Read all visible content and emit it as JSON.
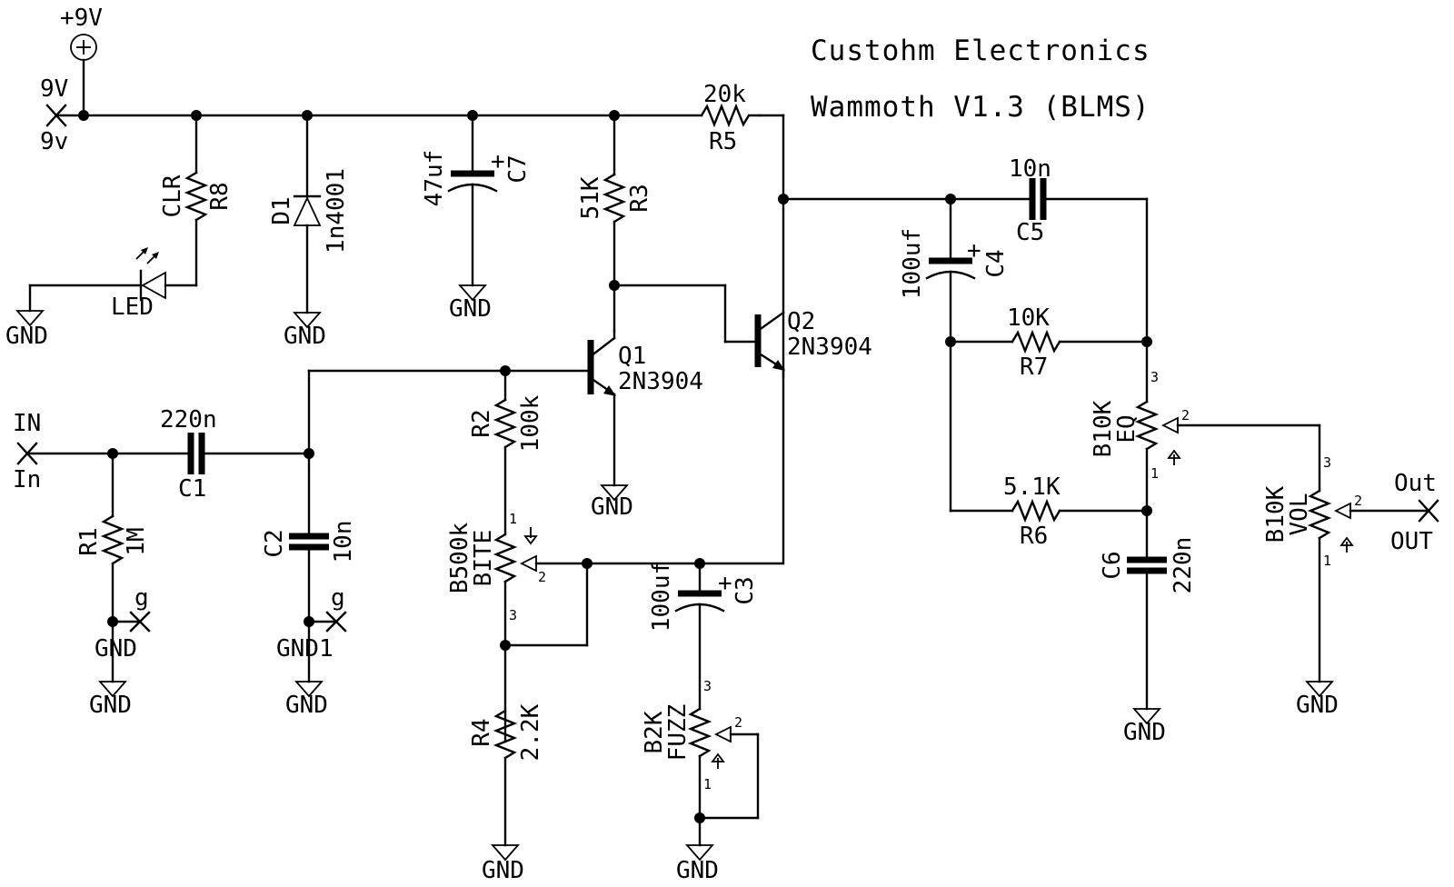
{
  "header": {
    "company": "Custohm Electronics",
    "project": "Wammoth V1.3 (BLMS)"
  },
  "supply": {
    "rail_label": "+9V",
    "port_top": "9V",
    "port_bottom": "9v"
  },
  "components": {
    "R8": {
      "ref": "R8",
      "value": "CLR"
    },
    "LED": {
      "ref": "LED"
    },
    "D1": {
      "ref": "D1",
      "value": "1n4001"
    },
    "C7": {
      "ref": "C7",
      "value": "47uf",
      "polarity": "+"
    },
    "R3": {
      "ref": "R3",
      "value": "51K"
    },
    "R5": {
      "ref": "R5",
      "value": "20k"
    },
    "Q1": {
      "ref": "Q1",
      "value": "2N3904"
    },
    "Q2": {
      "ref": "Q2",
      "value": "2N3904"
    },
    "C1": {
      "ref": "C1",
      "value": "220n"
    },
    "R1": {
      "ref": "R1",
      "value": "1M"
    },
    "C2": {
      "ref": "C2",
      "value": "10n"
    },
    "R2": {
      "ref": "R2",
      "value": "100k"
    },
    "BITE": {
      "value": "B500k",
      "name": "BITE"
    },
    "C3": {
      "ref": "C3",
      "value": "100uf",
      "polarity": "+"
    },
    "FUZZ": {
      "value": "B2K",
      "name": "FUZZ"
    },
    "R4": {
      "ref": "R4",
      "value": "2.2K"
    },
    "C5": {
      "ref": "C5",
      "value": "10n"
    },
    "C4": {
      "ref": "C4",
      "value": "100uf",
      "polarity": "+"
    },
    "R7": {
      "ref": "R7",
      "value": "10K"
    },
    "R6": {
      "ref": "R6",
      "value": "5.1K"
    },
    "EQ": {
      "value": "B10K",
      "name": "EQ"
    },
    "C6": {
      "ref": "C6",
      "value": "220n"
    },
    "VOL": {
      "value": "B10K",
      "name": "VOL"
    }
  },
  "pins": {
    "p1": "1",
    "p2": "2",
    "p3": "3"
  },
  "ports": {
    "in_top": "IN",
    "in_bottom": "In",
    "out_top": "Out",
    "out_bottom": "OUT",
    "g": "g"
  },
  "grounds": {
    "gnd": "GND",
    "gnd1": "GND1"
  }
}
